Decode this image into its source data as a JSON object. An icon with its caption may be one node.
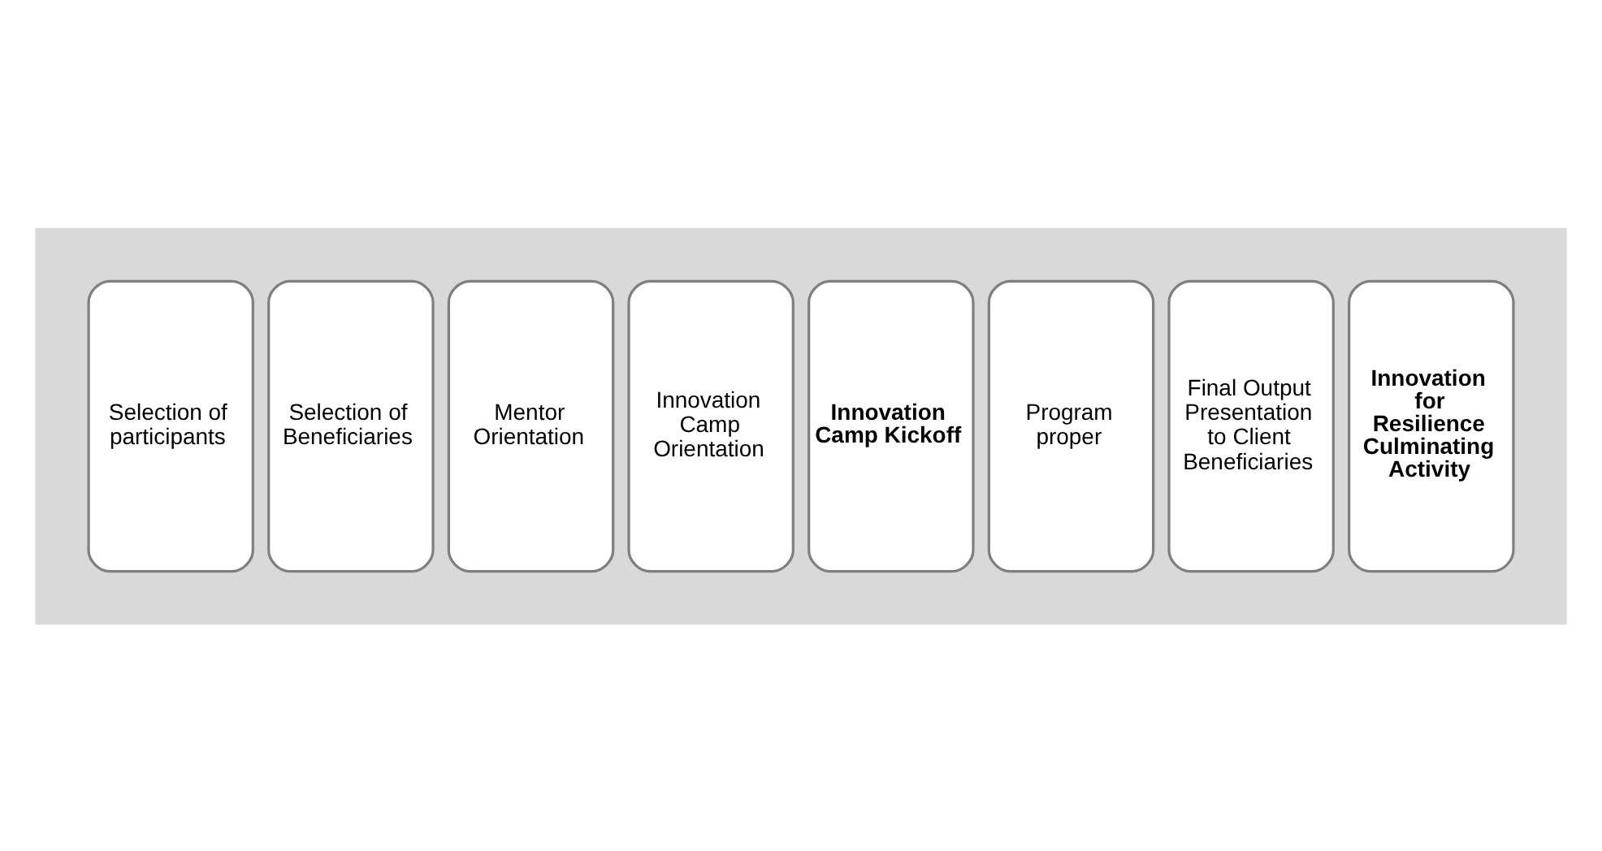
{
  "diagram": {
    "nodes": [
      {
        "text": [],
        "shape": "arrow"
      },
      {
        "text": [
          "Selection of participants"
        ],
        "in": 0
      },
      {
        "text": [
          "Selection of Beneficiaries"
        ],
        "in": 0
      },
      {
        "text": [
          "Mentor Orientation"
        ],
        "in": 0
      },
      {
        "text": [
          "Innovation Camp Orientation"
        ],
        "in": 0
      },
      {
        "text": [
          "Innovation Camp Kickoff"
        ],
        "in": 0
      },
      {
        "text": [
          "Program proper"
        ],
        "in": 0
      },
      {
        "text": [
          "Final Output Presentation to Client Beneficiaries"
        ],
        "in": 0
      },
      {
        "text": [
          "Innovation for Resilience Culminating Activity"
        ],
        "in": 0
      }
    ]
  }
}
